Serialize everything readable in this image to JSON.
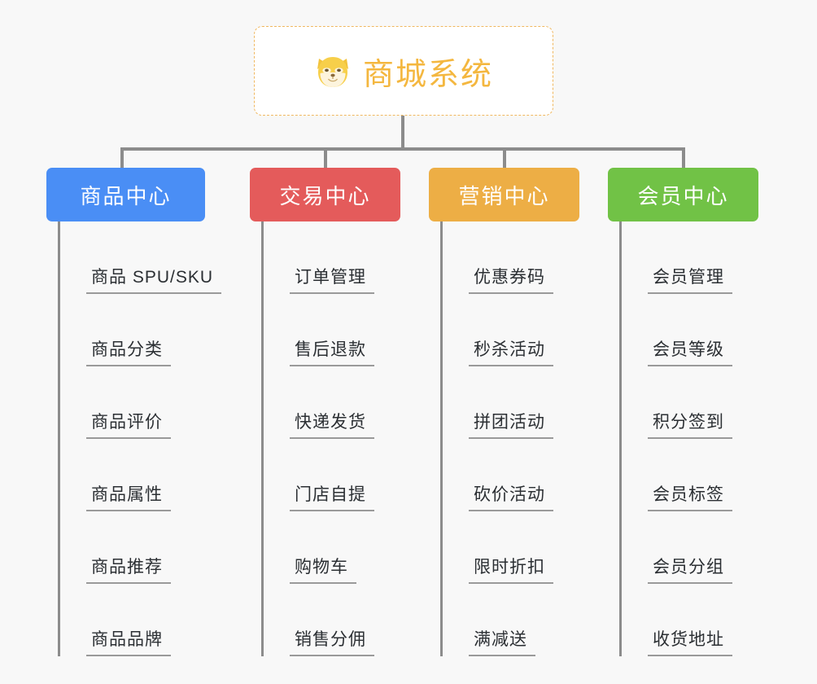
{
  "root": {
    "icon": "shiba-dog-face-icon",
    "title": "商城系统"
  },
  "columns": [
    {
      "id": "product-center",
      "header": "商品中心",
      "color": "#4a8ef5",
      "items": [
        "商品 SPU/SKU",
        "商品分类",
        "商品评价",
        "商品属性",
        "商品推荐",
        "商品品牌"
      ]
    },
    {
      "id": "trade-center",
      "header": "交易中心",
      "color": "#e45b5b",
      "items": [
        "订单管理",
        "售后退款",
        "快递发货",
        "门店自提",
        "购物车",
        "销售分佣"
      ]
    },
    {
      "id": "marketing-center",
      "header": "营销中心",
      "color": "#edae45",
      "items": [
        "优惠券码",
        "秒杀活动",
        "拼团活动",
        "砍价活动",
        "限时折扣",
        "满减送"
      ]
    },
    {
      "id": "member-center",
      "header": "会员中心",
      "color": "#71c246",
      "items": [
        "会员管理",
        "会员等级",
        "积分签到",
        "会员标签",
        "会员分组",
        "收货地址"
      ]
    }
  ],
  "theme": {
    "background": "#f8f8f8",
    "root_border": "#f0b860",
    "root_title_color": "#f4b73f",
    "connector_color": "#8c8c8c",
    "item_text_color": "#2b2f33",
    "item_underline_color": "#9a9a9a"
  }
}
